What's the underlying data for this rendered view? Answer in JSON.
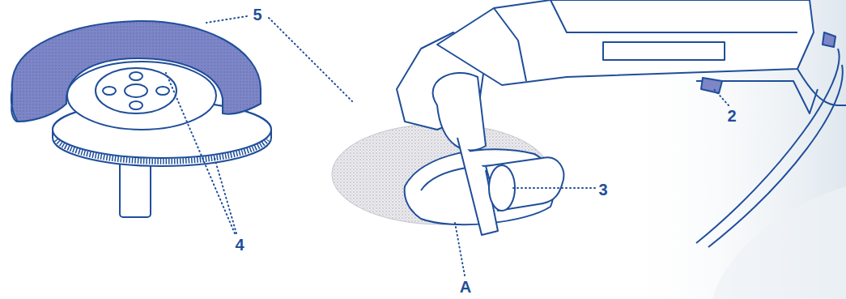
{
  "diagram": {
    "labels": [
      "5",
      "4",
      "2",
      "3",
      "A"
    ]
  }
}
